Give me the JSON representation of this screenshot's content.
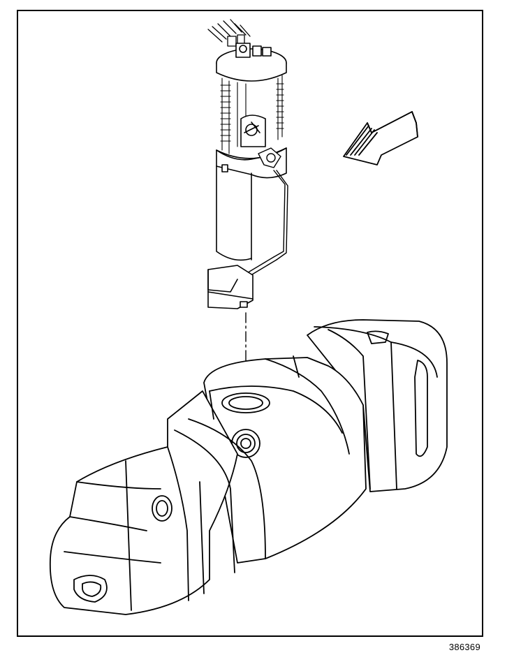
{
  "figure": {
    "reference_number": "386369",
    "line_color": "#000000",
    "background_color": "#ffffff"
  },
  "parts": {
    "fuel_pump_module": "fuel-pump-module-illustration",
    "fuel_tank": "fuel-tank-illustration",
    "direction_arrow": "direction-arrow-icon",
    "alignment_line": "dashed-alignment-line"
  }
}
